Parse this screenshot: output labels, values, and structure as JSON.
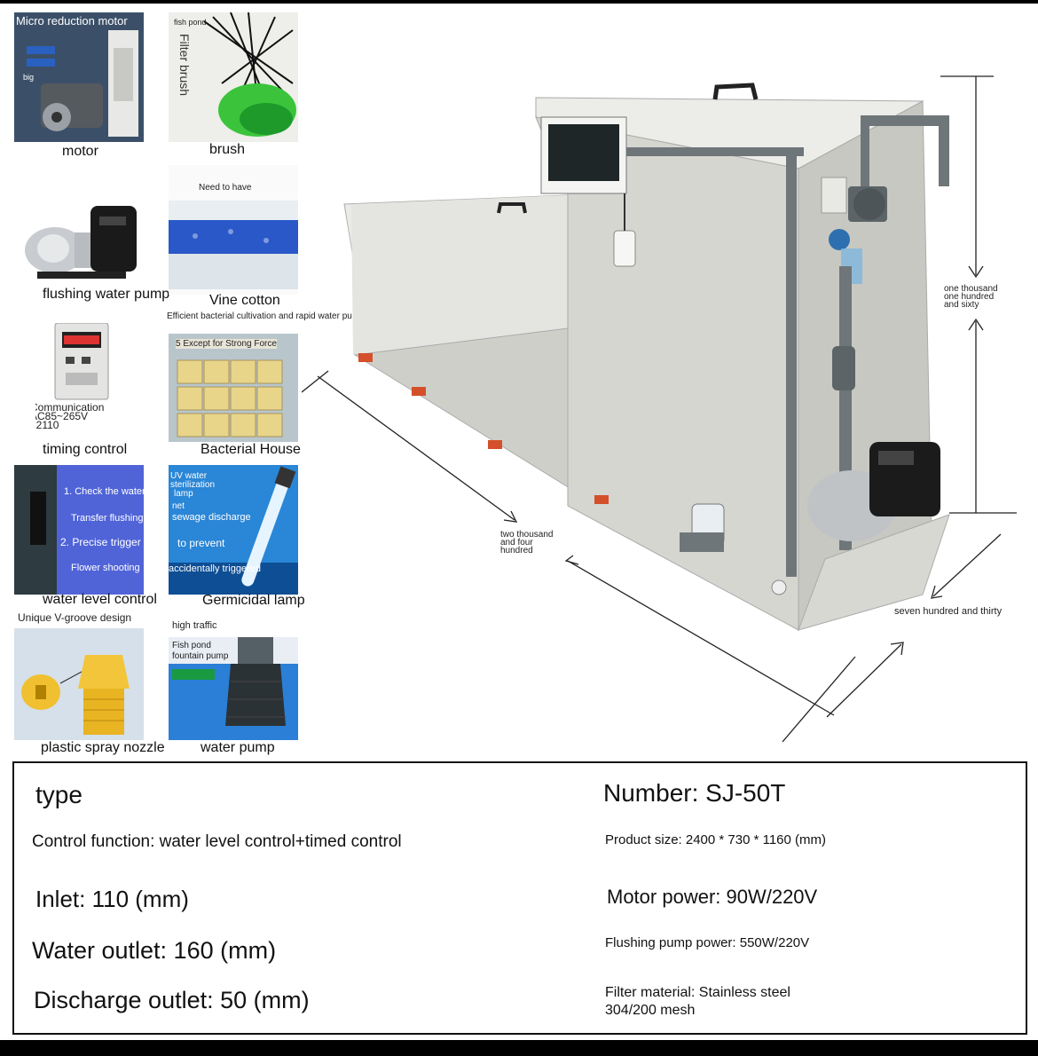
{
  "thumbnails": {
    "motor": {
      "overlay": "Micro reduction motor",
      "badges": [
        "",
        "",
        "big"
      ],
      "caption": "motor"
    },
    "brush": {
      "overlay_small": "fish pond",
      "overlay_vertical": "Filter brush",
      "caption": "brush"
    },
    "pump": {
      "caption": "flushing water pump"
    },
    "cotton": {
      "overlay": "Need to have",
      "caption": "Vine cotton",
      "subtitle": "Efficient bacterial cultivation and rapid water purification"
    },
    "timer": {
      "lines": [
        "Communication",
        "AC85~265V",
        "22110"
      ],
      "caption": "timing control"
    },
    "bacteria": {
      "overlay": "5 Except for Strong Force",
      "caption": "Bacterial House"
    },
    "level": {
      "lines": [
        "1. Check the water",
        "Transfer flushing",
        "2. Precise trigger",
        "Flower shooting"
      ],
      "caption": "water level control"
    },
    "uv": {
      "lines": [
        "UV water",
        "sterilization",
        "lamp",
        "net",
        "sewage discharge",
        "to prevent",
        "accidentally triggered"
      ],
      "caption": "Germicidal lamp"
    },
    "nozzle": {
      "overlay": "Unique V-groove design",
      "caption": "plastic spray nozzle"
    },
    "waterpump": {
      "overlay1": "high traffic",
      "overlay2": "Fish pond",
      "overlay3": "fountain pump",
      "caption": "water pump"
    }
  },
  "dimensions": {
    "height": "one thousand one hundred and sixty",
    "length": "two thousand and four hundred",
    "width": "seven hundred and thirty"
  },
  "specs": {
    "type_label": "type",
    "number": "Number: SJ-50T",
    "control": "Control function: water level control+timed control",
    "size": "Product size: 2400 * 730 * 1160 (mm)",
    "inlet": "Inlet: 110 (mm)",
    "motor_power": "Motor power: 90W/220V",
    "water_outlet": "Water outlet: 160 (mm)",
    "flush_power": "Flushing pump power: 550W/220V",
    "discharge": "Discharge outlet: 50 (mm)",
    "filter1": "Filter material: Stainless steel",
    "filter2": "304/200 mesh"
  },
  "colors": {
    "tank": "#d9d9d4",
    "valve": "#d4502a",
    "pipe": "#6f767a",
    "cotton": "#2a58c8"
  }
}
